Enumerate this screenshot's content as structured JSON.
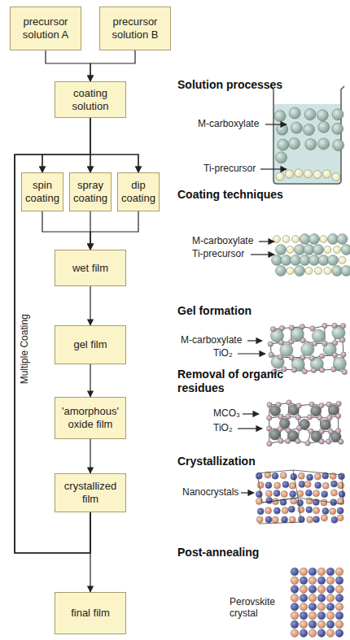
{
  "diagram": {
    "nodes": [
      {
        "text": [
          "precursor solution A"
        ]
      },
      {
        "text": [
          "precursor solution B"
        ]
      },
      {
        "text": [
          "coating solution"
        ]
      },
      {
        "text": [
          "spin coating"
        ]
      },
      {
        "text": [
          "spray coating"
        ]
      },
      {
        "text": [
          "dip coating"
        ]
      },
      {
        "text": [
          "wet film"
        ]
      },
      {
        "text": [
          "gel film"
        ]
      },
      {
        "text": [
          "'amorphous' oxide film"
        ]
      },
      {
        "text": [
          "crystallized film"
        ]
      },
      {
        "text": [
          "final film"
        ]
      }
    ],
    "edges": [
      {
        "from": 0,
        "to": 2,
        "arrow": "to"
      },
      {
        "from": 1,
        "to": 2,
        "arrow": "to"
      },
      {
        "from": 2,
        "to": 3,
        "arrow": "to"
      },
      {
        "from": 2,
        "to": 4,
        "arrow": "to"
      },
      {
        "from": 2,
        "to": 5,
        "arrow": "to"
      },
      {
        "from": 3,
        "to": 6,
        "arrow": "to"
      },
      {
        "from": 4,
        "to": 6,
        "arrow": "to"
      },
      {
        "from": 5,
        "to": 6,
        "arrow": "to"
      },
      {
        "from": 6,
        "to": 7,
        "arrow": "to"
      },
      {
        "from": 7,
        "to": 8,
        "arrow": "to"
      },
      {
        "from": 8,
        "to": 9,
        "arrow": "to"
      },
      {
        "from": 9,
        "to": 10,
        "arrow": "to"
      },
      {
        "from": 9,
        "to": 3,
        "arrow": "to"
      },
      {
        "from": 9,
        "to": 4,
        "arrow": "to"
      },
      {
        "from": 9,
        "to": 5,
        "arrow": "to"
      }
    ],
    "labels": [
      "Solution processes",
      "M-carboxylate",
      "Ti-precursor",
      "Coating techniques",
      "M-carboxylate",
      "Ti-precursor",
      "Gel formation",
      "M-carboxylate",
      "TiO₂",
      "Removal of organic residues",
      "MCO₃",
      "TiO₂",
      "Crystallization",
      "Nanocrystals",
      "Post-annealing",
      "Perovskite crystal",
      "Multiple Coating"
    ]
  }
}
